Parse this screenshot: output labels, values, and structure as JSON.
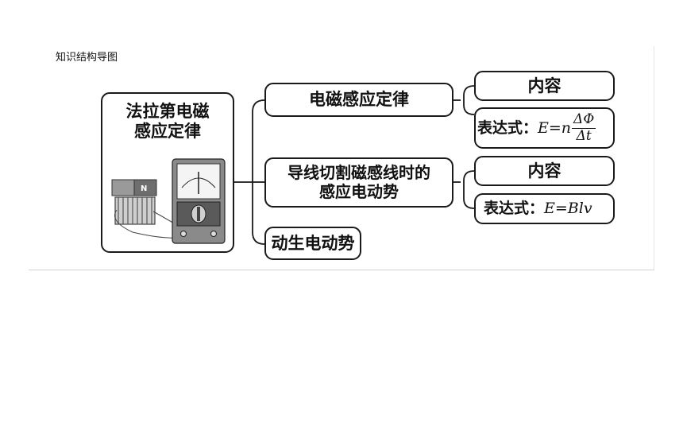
{
  "page": {
    "title": "知识结构导图"
  },
  "mindmap": {
    "root": {
      "line1": "法拉第电磁",
      "line2": "感应定律"
    },
    "branches": [
      {
        "label": "电磁感应定律",
        "leaves": [
          {
            "label": "内容"
          },
          {
            "label_prefix": "表达式：",
            "formula_lhs": "E=n",
            "frac_num": "ΔΦ",
            "frac_den": "Δt"
          }
        ]
      },
      {
        "label_line1": "导线切割磁感线时的",
        "label_line2": "感应电动势",
        "leaves": [
          {
            "label": "内容"
          },
          {
            "label_prefix": "表达式：",
            "formula": "E=Blv"
          }
        ]
      },
      {
        "label": "动生电动势"
      }
    ],
    "apparatus_magnet_label": "N"
  }
}
